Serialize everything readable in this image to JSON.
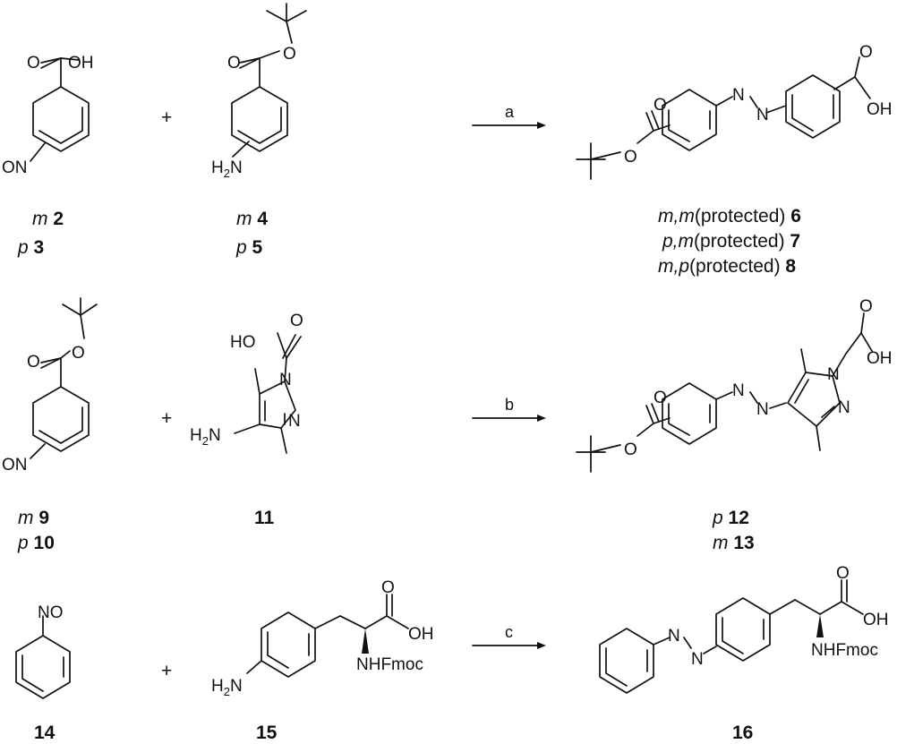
{
  "row1": {
    "reactant_a": {
      "atoms": {
        "oh": "OH",
        "o": "O",
        "on": "ON"
      },
      "labels": [
        {
          "pos": "m",
          "num": "2"
        },
        {
          "pos": "p",
          "num": "3"
        }
      ]
    },
    "plus": "+",
    "reactant_b": {
      "atoms": {
        "o1": "O",
        "o2": "O",
        "h2n": "H",
        "h2n_sub": "2",
        "h2n_n": "N"
      },
      "labels": [
        {
          "pos": "m",
          "num": "4"
        },
        {
          "pos": "p",
          "num": "5"
        }
      ]
    },
    "condition": "a",
    "product": {
      "atoms": {
        "o1": "O",
        "o2": "O",
        "n1": "N",
        "n2": "N",
        "o3": "O",
        "oh": "OH"
      },
      "labels": [
        {
          "pos": "m,m",
          "text": "(protected)",
          "num": "6"
        },
        {
          "pos": "p,m",
          "text": "(protected)",
          "num": "7"
        },
        {
          "pos": "m,p",
          "text": "(protected)",
          "num": "8"
        }
      ]
    }
  },
  "row2": {
    "reactant_a": {
      "atoms": {
        "o1": "O",
        "o2": "O",
        "on": "ON"
      },
      "labels": [
        {
          "pos": "m",
          "num": "9"
        },
        {
          "pos": "p",
          "num": "10"
        }
      ]
    },
    "plus": "+",
    "reactant_b": {
      "atoms": {
        "ho": "HO",
        "o": "O",
        "n1": "N",
        "n2": "N",
        "h2n": "H",
        "h2n_sub": "2",
        "h2n_n": "N"
      },
      "label_num": "11"
    },
    "condition": "b",
    "product": {
      "atoms": {
        "o1": "O",
        "o2": "O",
        "n1": "N",
        "n2": "N",
        "pn1": "N",
        "pn2": "N",
        "o3": "O",
        "oh": "OH"
      },
      "labels": [
        {
          "pos": "p",
          "num": "12"
        },
        {
          "pos": "m",
          "num": "13"
        }
      ]
    }
  },
  "row3": {
    "reactant_a": {
      "atoms": {
        "no": "NO"
      },
      "label_num": "14"
    },
    "plus": "+",
    "reactant_b": {
      "atoms": {
        "o": "O",
        "oh": "OH",
        "nhfmoc": "NHFmoc",
        "h2n": "H",
        "h2n_sub": "2",
        "h2n_n": "N"
      },
      "label_num": "15"
    },
    "condition": "c",
    "product": {
      "atoms": {
        "n1": "N",
        "n2": "N",
        "o": "O",
        "oh": "OH",
        "nhfmoc": "NHFmoc"
      },
      "label_num": "16"
    }
  }
}
